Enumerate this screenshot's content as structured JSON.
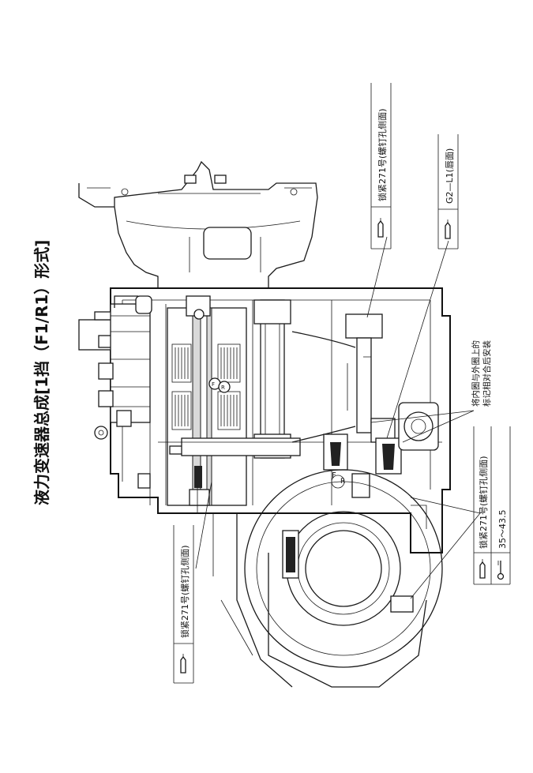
{
  "title": "液力变速器总成[1挡（F1/R1）形式]",
  "callouts": {
    "top_right_a": "锁紧271号(螺钉孔侧面)",
    "top_right_b": "G2—L1(唇面)",
    "middle_right_line1": "将内圈与外圈上的",
    "middle_right_line2": "标记相对合后安装",
    "lower_right_a": "锁紧271号(螺钉孔侧面)",
    "lower_right_b": "35～43.5",
    "left_bottom": "锁紧271号(螺钉孔侧面)"
  },
  "part_marks": {
    "forward": "F",
    "reverse": "R",
    "forward_mark2": "F",
    "reverse_mark2": "R"
  },
  "icons": [
    "sealant-apply-icon",
    "torque-wrench-icon"
  ]
}
